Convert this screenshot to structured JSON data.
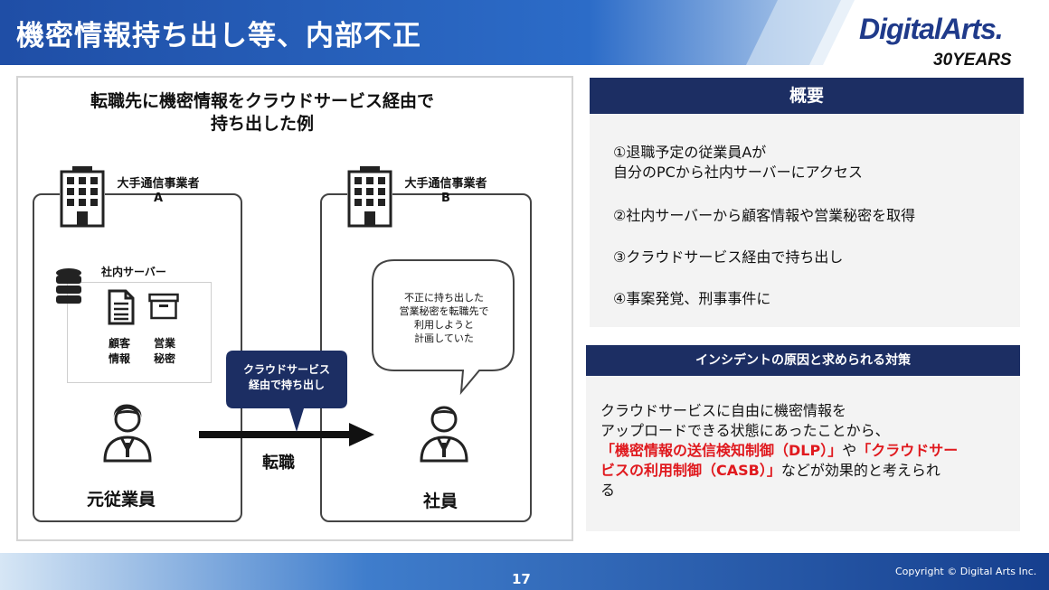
{
  "header": {
    "title": "機密情報持ち出し等、内部不正",
    "logo_brand": "DigitalArts.",
    "logo_years": "30YEARS"
  },
  "diagram": {
    "title_line1": "転職先に機密情報をクラウドサービス経由で",
    "title_line2": "持ち出した例",
    "company_a_line1": "大手通信事業者",
    "company_a_line2": "A",
    "company_b_line1": "大手通信事業者",
    "company_b_line2": "B",
    "server_label": "社内サーバー",
    "customer_line1": "顧客",
    "customer_line2": "情報",
    "secret_line1": "営業",
    "secret_line2": "秘密",
    "cloud_line1": "クラウドサービス",
    "cloud_line2": "経由で持ち出し",
    "speech_line1": "不正に持ち出した",
    "speech_line2": "営業秘密を転職先で",
    "speech_line3": "利用しようと",
    "speech_line4": "計画していた",
    "transfer_label": "転職",
    "former_label": "元従業員",
    "employee_label": "社員"
  },
  "summary": {
    "header": "概要",
    "item1_line1": "①退職予定の従業員Aが",
    "item1_line2": "自分のPCから社内サーバーにアクセス",
    "item2": "②社内サーバーから顧客情報や営業秘密を取得",
    "item3": "③クラウドサービス経由で持ち出し",
    "item4": "④事案発覚、刑事事件に"
  },
  "cause": {
    "header": "インシデントの原因と求められる対策",
    "line1": "クラウドサービスに自由に機密情報を",
    "line2": "アップロードできる状態にあったことから、",
    "line3_red1": "「機密情報の送信検知制御（DLP）」",
    "line3_mid": "や",
    "line3_red2": "「クラウドサー",
    "line4_red": "ビスの利用制御（CASB）」",
    "line4_rest": "などが効果的と考えられ",
    "line5": "る"
  },
  "footer": {
    "page": "17",
    "copyright": "Copyright © Digital Arts Inc."
  },
  "colors": {
    "navy": "#1c2e63",
    "red": "#e0191e",
    "header_blue": "#1e4fa3"
  }
}
